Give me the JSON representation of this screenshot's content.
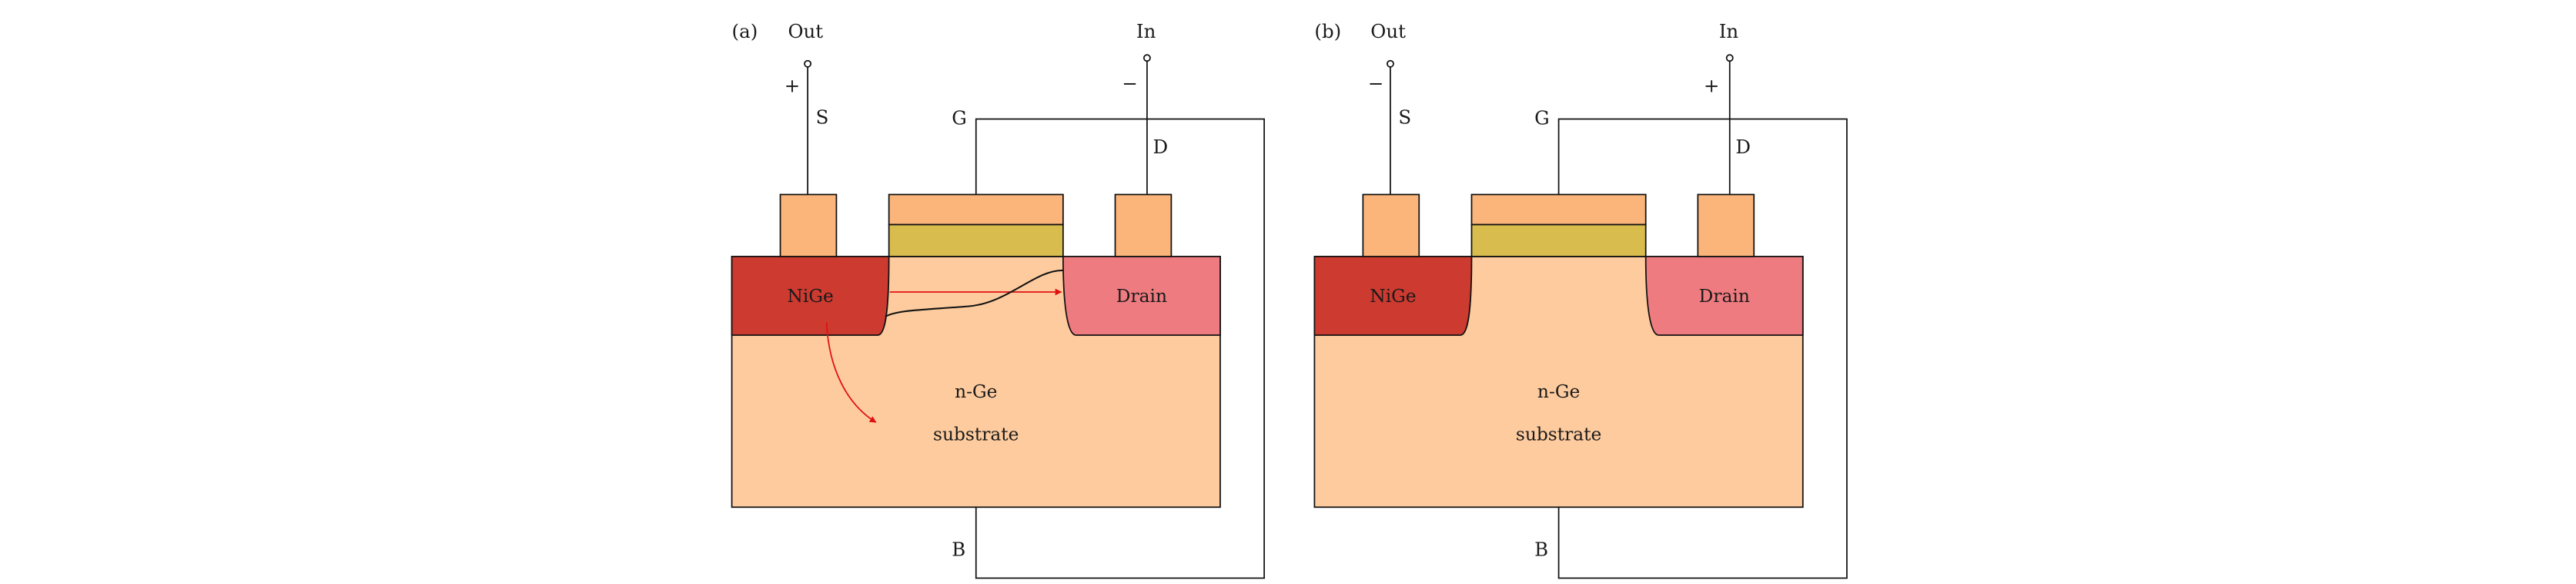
{
  "panels": [
    {
      "label": "(a)",
      "out_label": "Out",
      "in_label": "In",
      "out_polarity": "+",
      "in_polarity": "−",
      "source_label": "S",
      "drain_terminal_label": "D",
      "gate_label": "G",
      "body_label": "B",
      "source_region": "NiGe",
      "drain_region": "Drain",
      "substrate_line1": "n-Ge",
      "substrate_line2": "substrate",
      "shows_current_arrows": true
    },
    {
      "label": "(b)",
      "out_label": "Out",
      "in_label": "In",
      "out_polarity": "−",
      "in_polarity": "+",
      "source_label": "S",
      "drain_terminal_label": "D",
      "gate_label": "G",
      "body_label": "B",
      "source_region": "NiGe",
      "drain_region": "Drain",
      "substrate_line1": "n-Ge",
      "substrate_line2": "substrate",
      "shows_current_arrows": false
    }
  ],
  "colors": {
    "substrate": "#FDCB9E",
    "contact": "#FBB57A",
    "gate_oxide": "#D8BC4E",
    "nige": "#CC3A30",
    "drain": "#EE7B80",
    "arrow": "#E01010"
  }
}
